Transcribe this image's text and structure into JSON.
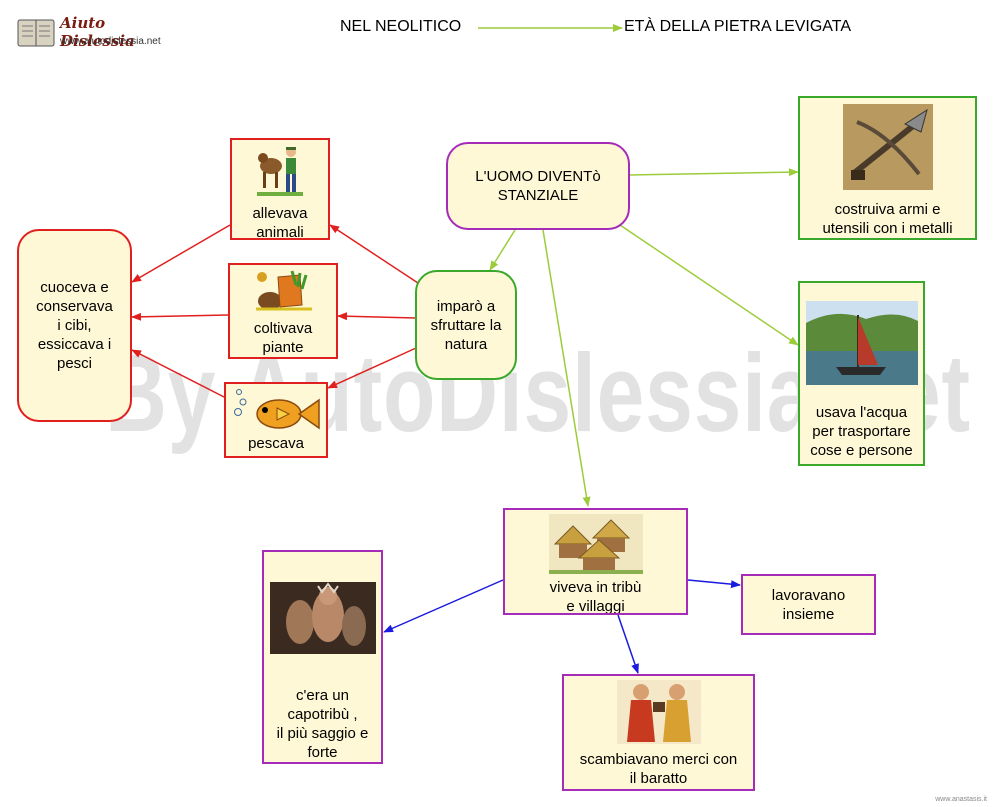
{
  "header": {
    "logo_name": "Aiuto Dislessia",
    "logo_url": "www.aiutodislessia.net",
    "title_left": "NEL NEOLITICO",
    "title_right": "ETÀ DELLA PIETRA LEVIGATA"
  },
  "watermark": "By AutoDislessia.net",
  "footer_mark": "www.anastasis.it",
  "nodes": {
    "center": "L'UOMO DIVENTò\nSTANZIALE",
    "nature": "imparò a\nsfruttare la\nnatura",
    "animals": "allevava\nanimali",
    "plants": "coltivava\npiante",
    "fish": "pescava",
    "food": "cuoceva e\nconservava\ni cibi,\nessiccava i\npesci",
    "weapons": "costruiva armi e\nutensili con i  metalli",
    "water": "usava l'acqua\nper trasportare\ncose e persone",
    "tribes": "viveva in tribù\ne villaggi",
    "work": "lavoravano\ninsieme",
    "chief": "c'era un\ncapotribù ,\nil più saggio e\nforte",
    "barter": "scambiavano merci con\nil baratto"
  },
  "colors": {
    "red": "#e0201e",
    "green": "#9ccc3a",
    "blue": "#1a1ae0",
    "purple": "#a62bb8",
    "box_fill": "#fff8d6"
  }
}
